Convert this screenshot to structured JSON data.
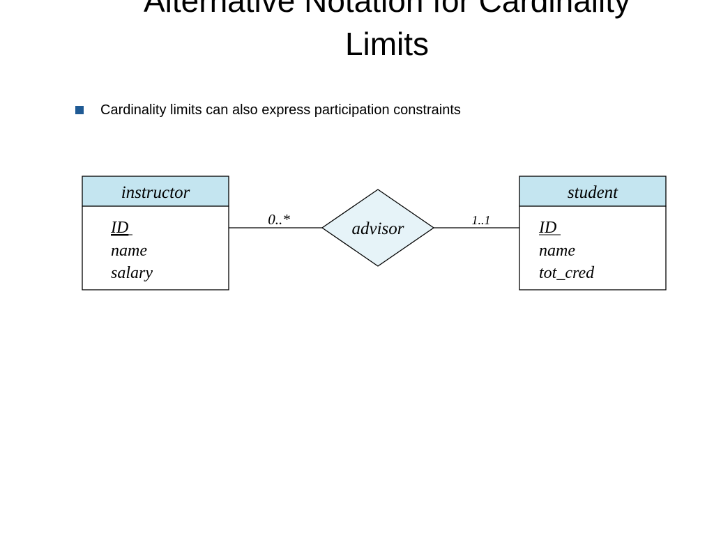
{
  "slide": {
    "title_line1": "Alternative Notation for Cardinality",
    "title_line2": "Limits",
    "bullets": [
      "Cardinality limits can also express participation constraints"
    ]
  },
  "diagram": {
    "left_entity": {
      "name": "instructor",
      "key_attribute": "ID",
      "attributes": [
        "name",
        "salary"
      ]
    },
    "relationship": {
      "name": "advisor"
    },
    "right_entity": {
      "name": "student",
      "key_attribute": "ID",
      "attributes": [
        "name",
        "tot_cred"
      ]
    },
    "left_cardinality": "0..*",
    "right_cardinality": "1..1",
    "colors": {
      "entity_header_fill": "#c4e5f0",
      "relationship_fill": "#e6f3f8",
      "bullet": "#1f5a94",
      "stroke": "#000000"
    }
  }
}
